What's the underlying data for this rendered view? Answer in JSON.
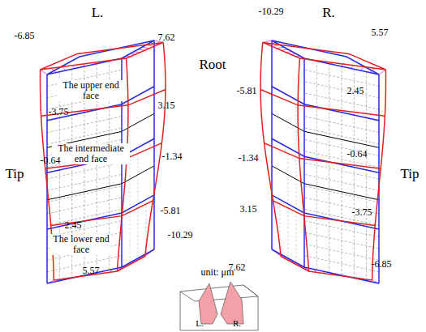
{
  "diagram": {
    "labels": [
      "L.",
      "Root",
      "R.",
      "Tip",
      "Tip",
      "The upper end face",
      "The intermediate end face",
      "The lower end face",
      "-6.85",
      "7.62",
      "-3.75",
      "3.15",
      "-1.34",
      "-0.64",
      "-5.81",
      "2.45",
      "-10.29",
      "5.57",
      "-10.29",
      "5.57",
      "-5.81",
      "2.45",
      "-1.34",
      "-0.64",
      "3.15",
      "-3.75",
      "7.62",
      "-6.85",
      "unit: μm",
      "L.",
      "R."
    ]
  }
}
